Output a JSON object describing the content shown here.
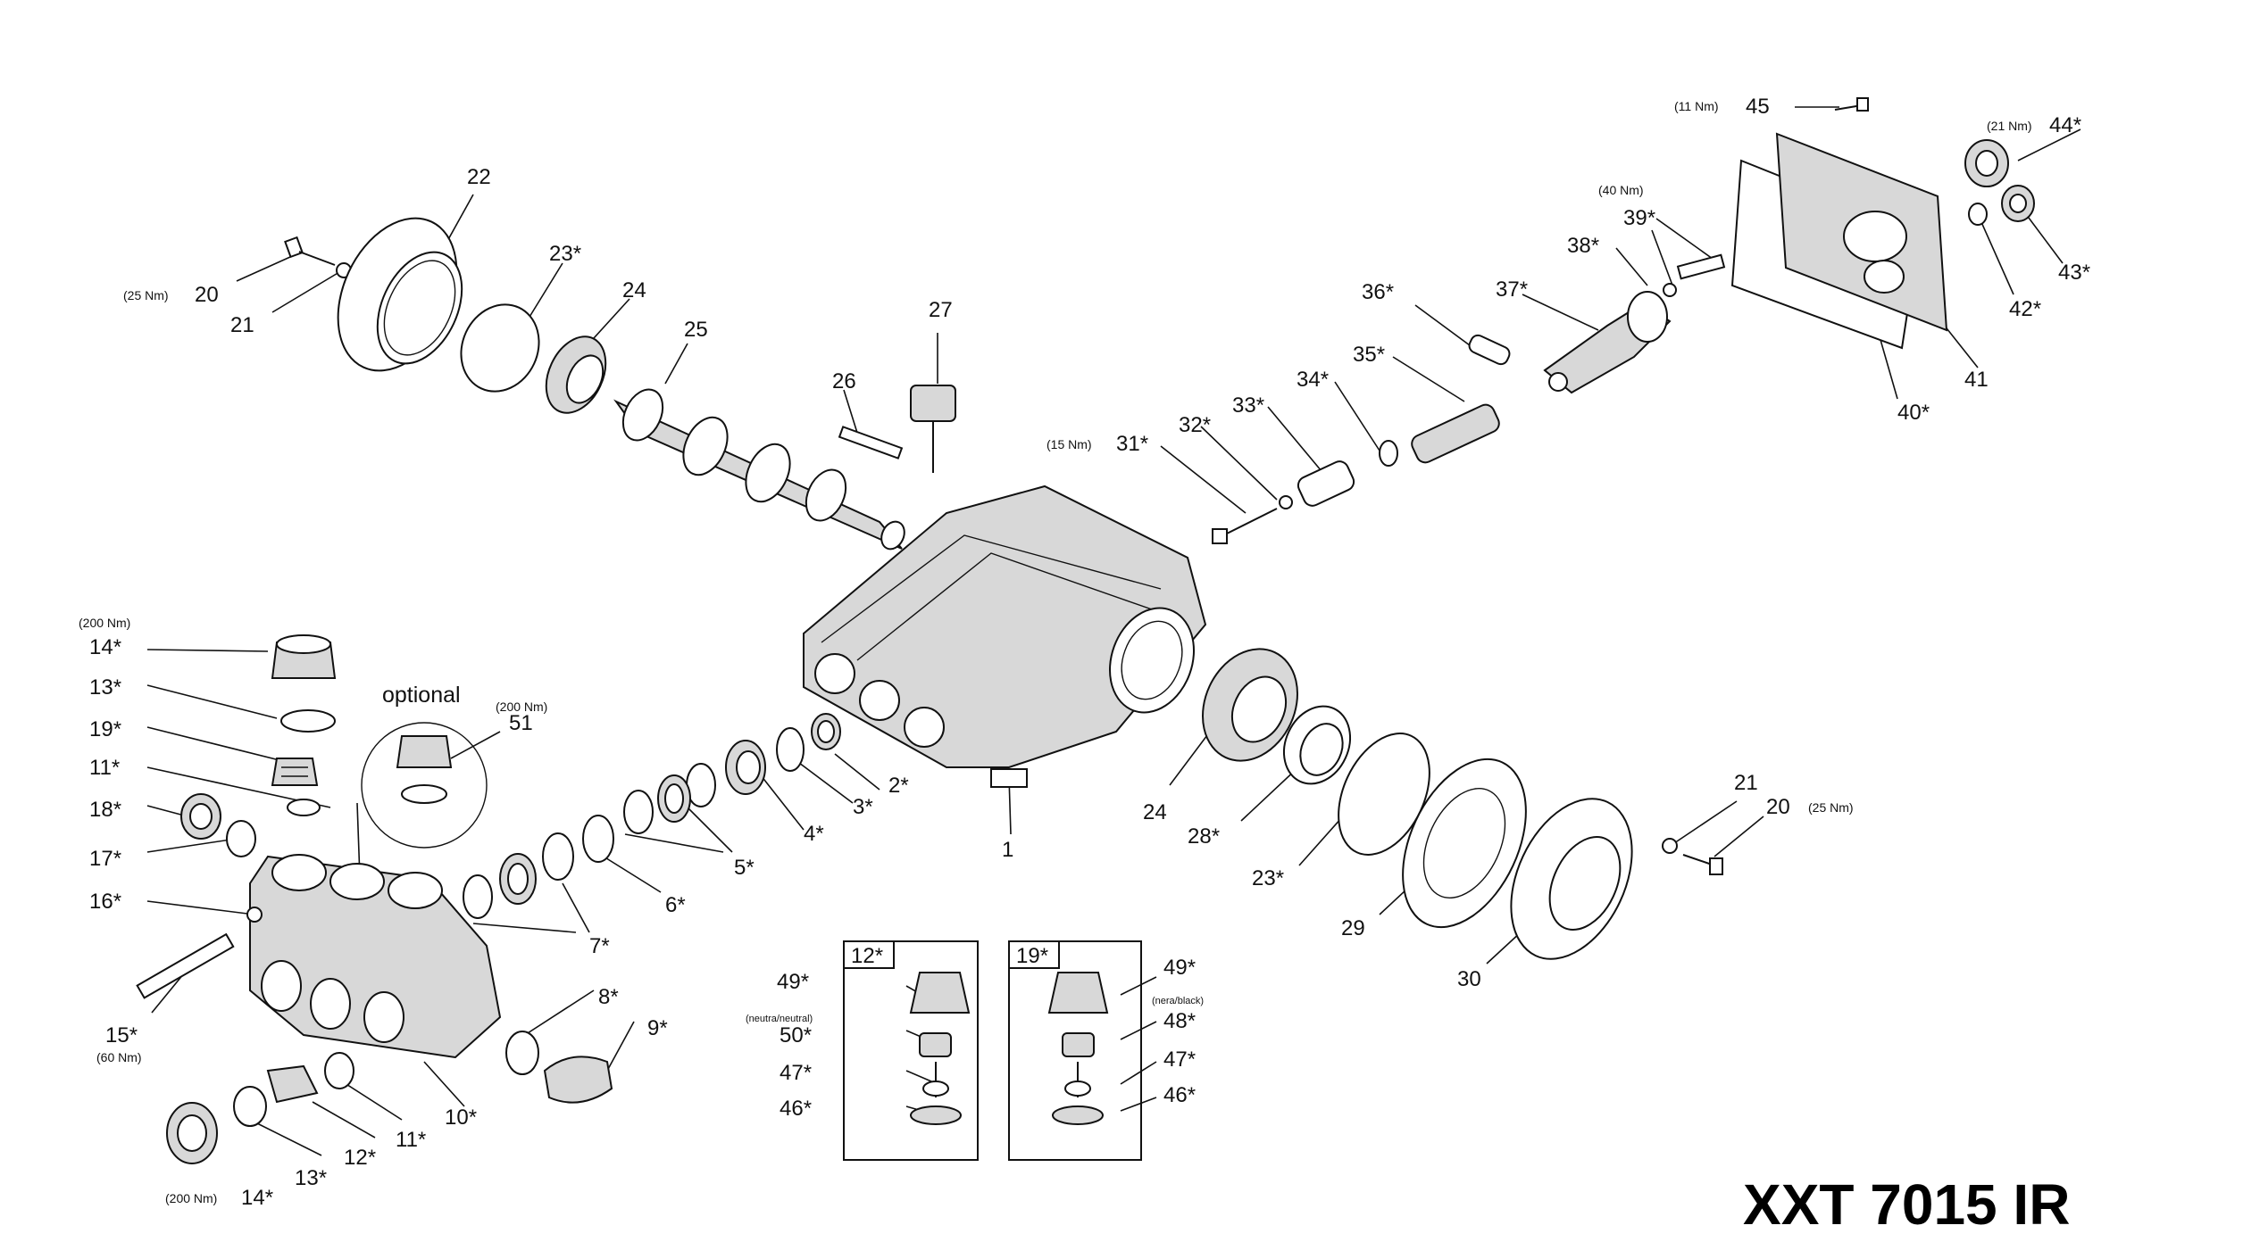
{
  "title": "XXT 7015 IR",
  "optional_label": "optional",
  "labels": {
    "l1": "1",
    "l2": "2*",
    "l3": "3*",
    "l4": "4*",
    "l5": "5*",
    "l6": "6*",
    "l7": "7*",
    "l8": "8*",
    "l9": "9*",
    "l10": "10*",
    "l11a": "11*",
    "l11b": "11*",
    "l12": "12*",
    "l13a": "13*",
    "l13b": "13*",
    "l14a": "14*",
    "l14b": "14*",
    "l15": "15*",
    "l16": "16*",
    "l17": "17*",
    "l18": "18*",
    "l19": "19*",
    "l20a": "20",
    "l20b": "20",
    "l21a": "21",
    "l21b": "21",
    "l22": "22",
    "l23a": "23*",
    "l23b": "23*",
    "l24a": "24",
    "l24b": "24",
    "l25": "25",
    "l26": "26",
    "l27": "27",
    "l28": "28*",
    "l29": "29",
    "l30": "30",
    "l31": "31*",
    "l32": "32*",
    "l33": "33*",
    "l34": "34*",
    "l35": "35*",
    "l36": "36*",
    "l37": "37*",
    "l38": "38*",
    "l39": "39*",
    "l40": "40*",
    "l41": "41",
    "l42": "42*",
    "l43": "43*",
    "l44": "44*",
    "l45": "45",
    "l51": "51",
    "box12": "12*",
    "box19": "19*",
    "b49a": "49*",
    "b50": "50*",
    "b47a": "47*",
    "b46a": "46*",
    "b49b": "49*",
    "b48": "48*",
    "b47b": "47*",
    "b46b": "46*"
  },
  "torques": {
    "t20a": "(25 Nm)",
    "t20b": "(25 Nm)",
    "t31": "(15 Nm)",
    "t39": "(40 Nm)",
    "t45": "(11 Nm)",
    "t44": "(21 Nm)",
    "t14a": "(200 Nm)",
    "t14b": "(200 Nm)",
    "t51": "(200 Nm)",
    "t15": "(60 Nm)"
  },
  "valve_notes": {
    "neutral": "(neutra/neutral)",
    "black": "(nera/black)"
  }
}
